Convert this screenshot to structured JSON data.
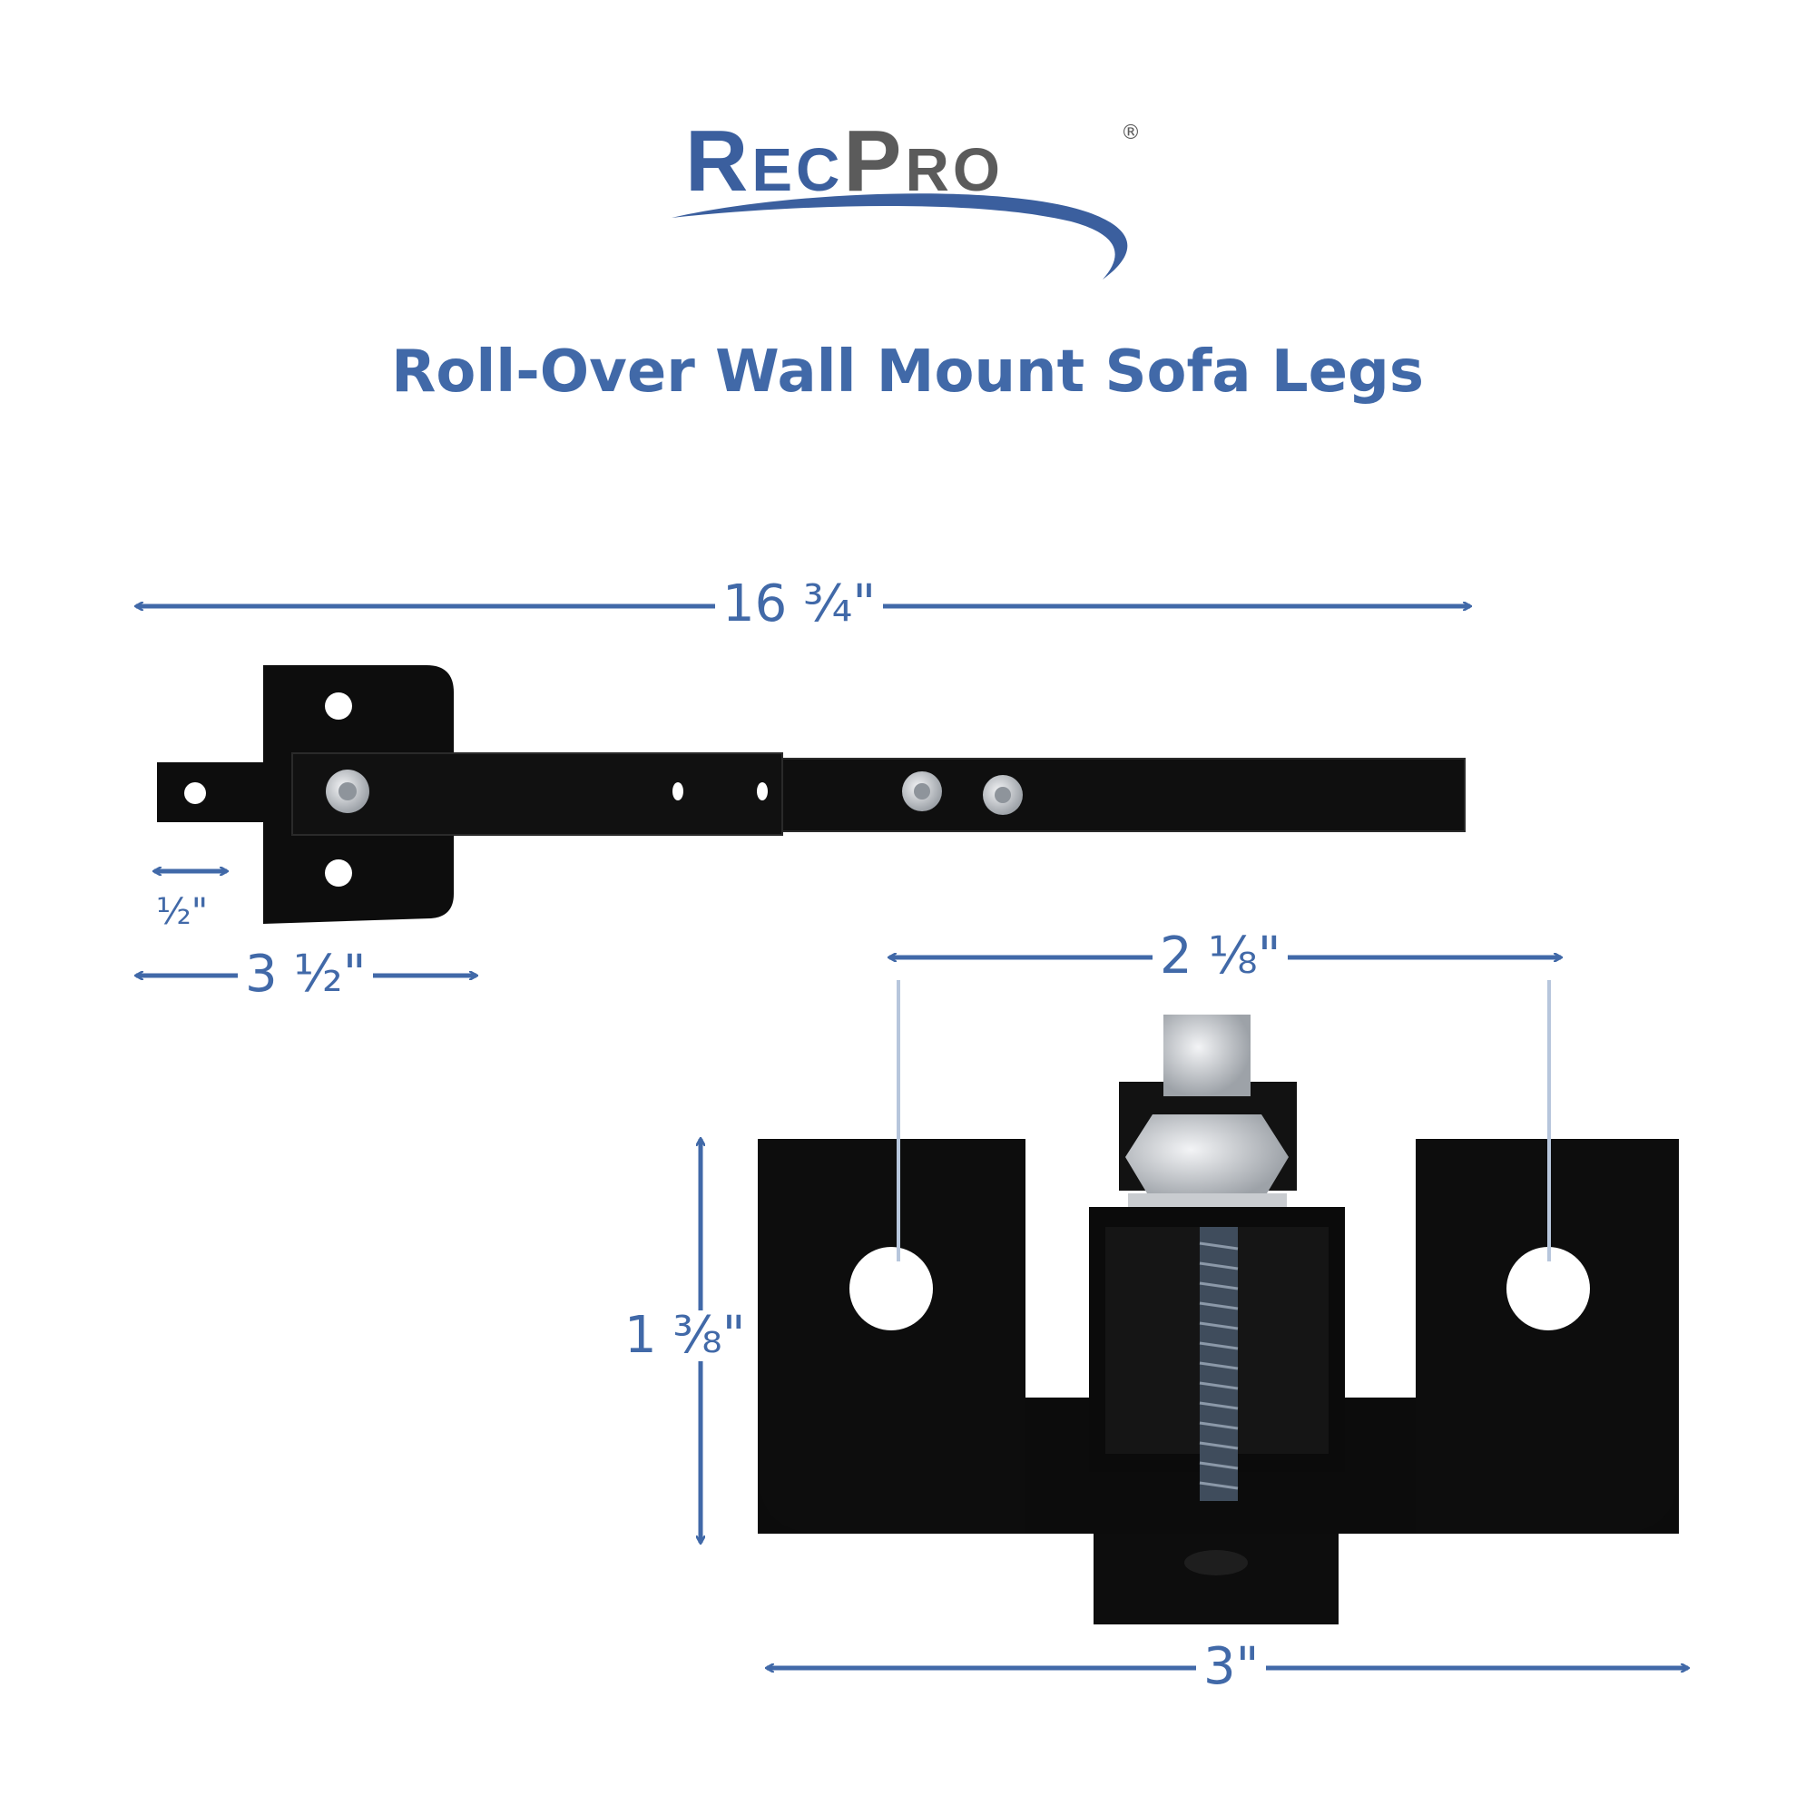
{
  "brand": {
    "name_part1": "Rec",
    "name_part2": "Pro",
    "registered_mark": "®",
    "accent_color": "#3b5f9e",
    "secondary_color": "#5b5b5b"
  },
  "title": "Roll-Over Wall Mount Sofa Legs",
  "dimensions": {
    "overall_length": "16 ¾\"",
    "tab_width": "½\"",
    "plate_width": "3 ½\"",
    "hole_spacing": "2 ⅛\"",
    "bracket_height": "1 ⅜\"",
    "bracket_width": "3\""
  },
  "colors": {
    "dimension": "#4169a8",
    "metal": "#0d0d0d",
    "bolt": "#c9ccd0"
  }
}
